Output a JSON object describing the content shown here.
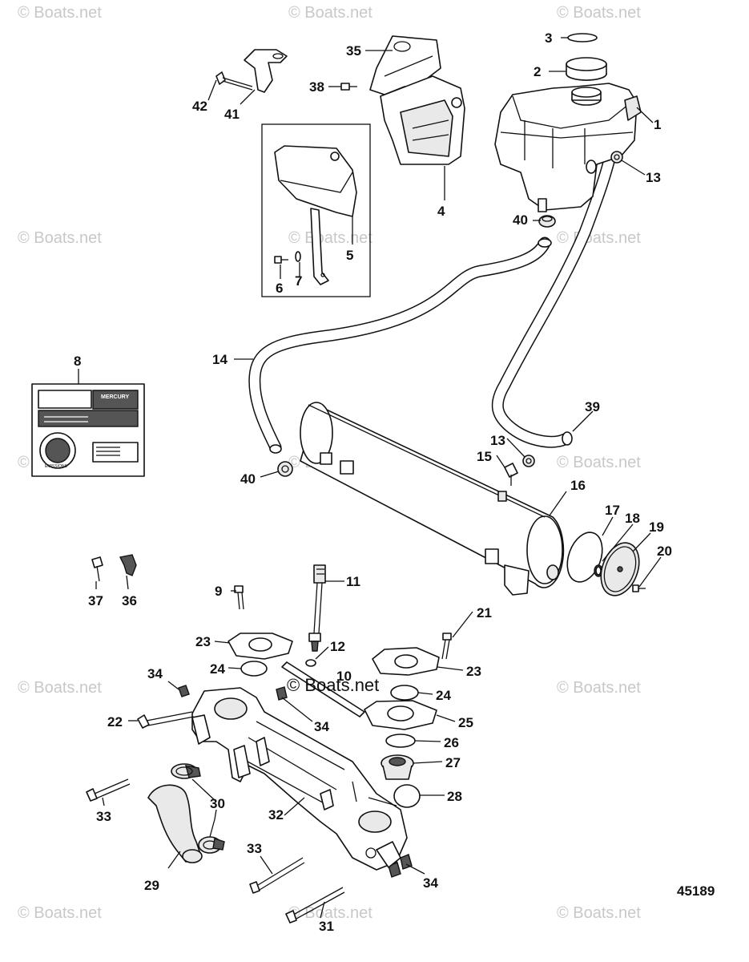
{
  "diagram_number": "45189",
  "watermark_text": "© Boats.net",
  "center_watermark_text": "© Boats.net",
  "decal": {
    "brand": "MERCURY",
    "seal_text": "EMISSIONS"
  },
  "callouts": [
    {
      "id": "c1",
      "label": "1"
    },
    {
      "id": "c2",
      "label": "2"
    },
    {
      "id": "c3",
      "label": "3"
    },
    {
      "id": "c4",
      "label": "4"
    },
    {
      "id": "c5",
      "label": "5"
    },
    {
      "id": "c6",
      "label": "6"
    },
    {
      "id": "c7",
      "label": "7"
    },
    {
      "id": "c8",
      "label": "8"
    },
    {
      "id": "c9",
      "label": "9"
    },
    {
      "id": "c10",
      "label": "10"
    },
    {
      "id": "c11",
      "label": "11"
    },
    {
      "id": "c12",
      "label": "12"
    },
    {
      "id": "c13a",
      "label": "13"
    },
    {
      "id": "c13b",
      "label": "13"
    },
    {
      "id": "c14",
      "label": "14"
    },
    {
      "id": "c15",
      "label": "15"
    },
    {
      "id": "c16",
      "label": "16"
    },
    {
      "id": "c17",
      "label": "17"
    },
    {
      "id": "c18",
      "label": "18"
    },
    {
      "id": "c19",
      "label": "19"
    },
    {
      "id": "c20",
      "label": "20"
    },
    {
      "id": "c21",
      "label": "21"
    },
    {
      "id": "c22",
      "label": "22"
    },
    {
      "id": "c23a",
      "label": "23"
    },
    {
      "id": "c23b",
      "label": "23"
    },
    {
      "id": "c24a",
      "label": "24"
    },
    {
      "id": "c24b",
      "label": "24"
    },
    {
      "id": "c25",
      "label": "25"
    },
    {
      "id": "c26",
      "label": "26"
    },
    {
      "id": "c27",
      "label": "27"
    },
    {
      "id": "c28",
      "label": "28"
    },
    {
      "id": "c29",
      "label": "29"
    },
    {
      "id": "c30",
      "label": "30"
    },
    {
      "id": "c31",
      "label": "31"
    },
    {
      "id": "c32",
      "label": "32"
    },
    {
      "id": "c33a",
      "label": "33"
    },
    {
      "id": "c33b",
      "label": "33"
    },
    {
      "id": "c34a",
      "label": "34"
    },
    {
      "id": "c34b",
      "label": "34"
    },
    {
      "id": "c34c",
      "label": "34"
    },
    {
      "id": "c35",
      "label": "35"
    },
    {
      "id": "c36",
      "label": "36"
    },
    {
      "id": "c37",
      "label": "37"
    },
    {
      "id": "c38",
      "label": "38"
    },
    {
      "id": "c39",
      "label": "39"
    },
    {
      "id": "c40a",
      "label": "40"
    },
    {
      "id": "c40b",
      "label": "40"
    },
    {
      "id": "c41",
      "label": "41"
    },
    {
      "id": "c42",
      "label": "42"
    }
  ]
}
